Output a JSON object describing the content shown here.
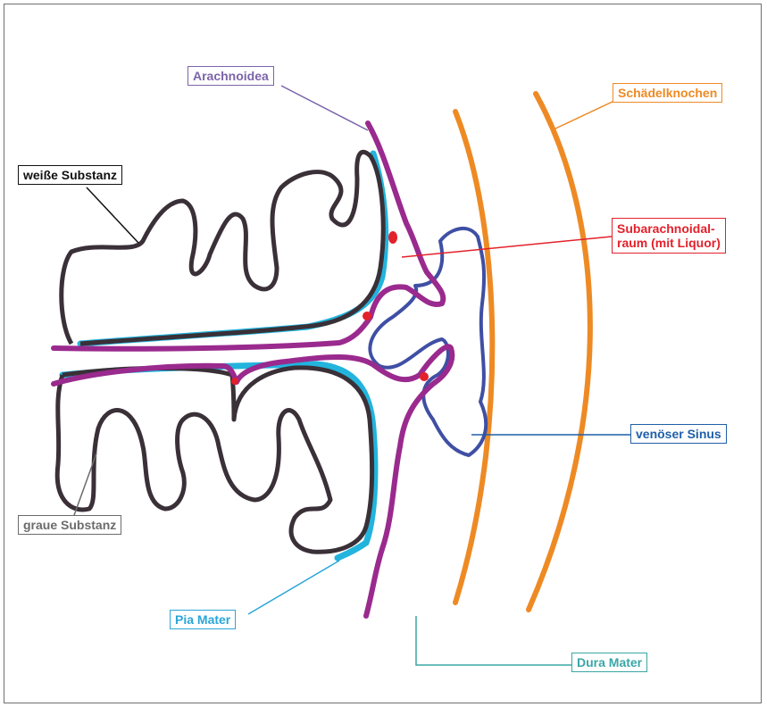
{
  "labels": {
    "arachnoidea": "Arachnoidea",
    "weisse_substanz": "weiße Substanz",
    "schaedelknochen": "Schädelknochen",
    "subarachnoidal_line1": "Subarachnoidal-",
    "subarachnoidal_line2": "raum (mit Liquor)",
    "venoeser_sinus": "venöser Sinus",
    "graue_substanz": "graue Substanz",
    "pia_mater": "Pia Mater",
    "dura_mater": "Dura Mater"
  },
  "colors": {
    "arachnoidea": "#7b64a9",
    "arachnoid_membrane": "#9a2a8e",
    "weisse_substanz": "#111111",
    "schaedelknochen": "#ee8a24",
    "subarachnoidal": "#e3212b",
    "venoeser_sinus": "#1f5fa8",
    "graue_substanz": "#6b6b6b",
    "pia_mater": "#2aa6d8",
    "dura_mater": "#3aa6a6",
    "cortex_outline": "#3a3037"
  }
}
